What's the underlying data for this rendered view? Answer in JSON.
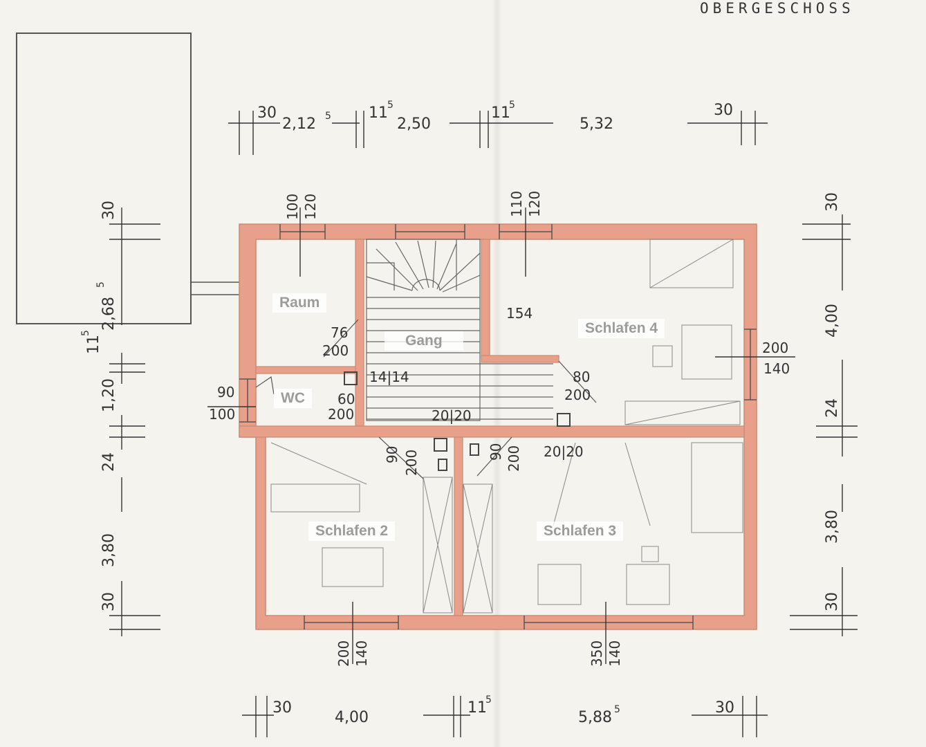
{
  "title": "OBERGESCHOSS",
  "rooms": {
    "raum": "Raum",
    "gang": "Gang",
    "wc": "WC",
    "schlafen2": "Schlafen 2",
    "schlafen3": "Schlafen 3",
    "schlafen4": "Schlafen 4"
  },
  "dims_top": {
    "d1": "30",
    "d2": "2,12",
    "d2s": "5",
    "d3": "11",
    "d3s": "5",
    "d4": "2,50",
    "d5": "11",
    "d5s": "5",
    "d6": "5,32",
    "d7": "30"
  },
  "dims_bottom": {
    "d1": "30",
    "d2": "4,00",
    "d3": "11",
    "d3s": "5",
    "d4": "5,88",
    "d4s": "5",
    "d5": "30"
  },
  "dims_left": {
    "d1": "30",
    "d2": "2,68",
    "d2s": "5",
    "d3": "11",
    "d3s": "5",
    "d4": "1,20",
    "d5": "24",
    "d6": "3,80",
    "d7": "30"
  },
  "dims_right": {
    "d1": "30",
    "d2": "4,00",
    "d3": "24",
    "d4": "3,80",
    "d5": "30"
  },
  "openings": {
    "w_raum_a": "100",
    "w_raum_b": "120",
    "w_s4_a": "110",
    "w_s4_b": "120",
    "w_s4_side_a": "200",
    "w_s4_side_b": "140",
    "w_wc_a": "90",
    "w_wc_b": "100",
    "w_s2_a": "200",
    "w_s2_b": "140",
    "w_s3_a": "350",
    "w_s3_b": "140",
    "door_raum_a": "76",
    "door_raum_b": "200",
    "door_wc_a": "60",
    "door_wc_b": "200",
    "door_s4_a": "80",
    "door_s4_b": "200",
    "door_s2_a": "90",
    "door_s2_b": "200",
    "door_s3_a": "90",
    "door_s3_b": "200",
    "stairs": "14|14",
    "stair_run": "154",
    "chimney_a": "20|20",
    "chimney_b": "20|20"
  },
  "colors": {
    "wall": "#e8a08a",
    "wall_edge": "#c98a70",
    "line": "#444444",
    "paper": "#f4f3ee"
  }
}
